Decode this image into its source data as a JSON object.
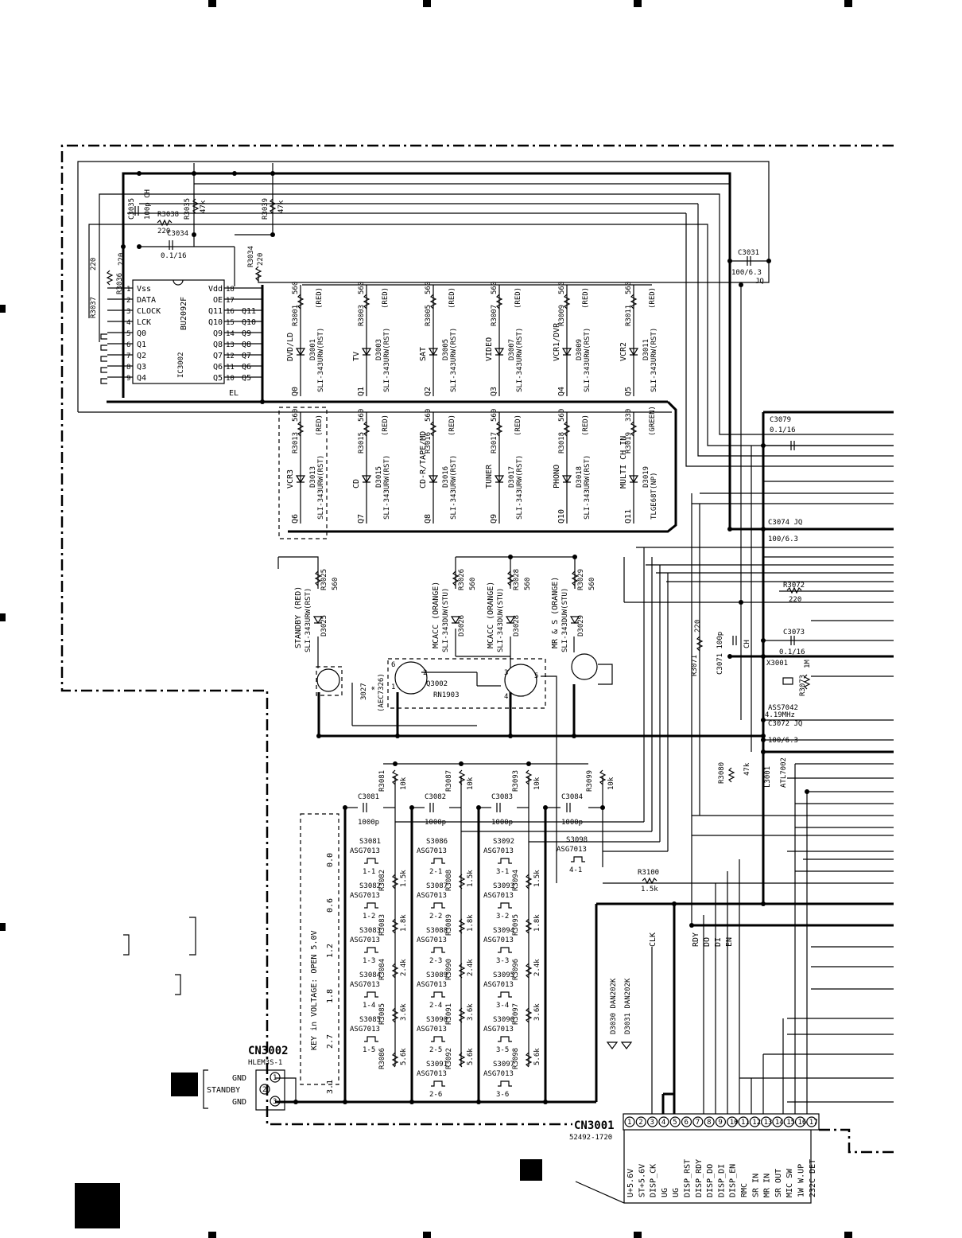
{
  "ic": {
    "ref": "IC3002",
    "part": "BU2092F",
    "left_pins": [
      "Vss",
      "DATA",
      "CLOCK",
      "LCK",
      "Q0",
      "Q1",
      "Q2",
      "Q3",
      "Q4"
    ],
    "right_pins": [
      "Vdd",
      "OE",
      "Q11",
      "Q10",
      "Q9",
      "Q8",
      "Q7",
      "Q6",
      "Q5"
    ],
    "right_pin_nums": [
      "18",
      "17",
      "16",
      "15",
      "14",
      "13",
      "12",
      "11",
      "10"
    ],
    "left_pin_nums": [
      "1",
      "2",
      "3",
      "4",
      "5",
      "6",
      "7",
      "8",
      "9"
    ],
    "outer_labels": [
      "Q11",
      "Q10",
      "Q9",
      "Q8",
      "Q7",
      "Q6",
      "Q5"
    ],
    "el": "EL"
  },
  "top_parts": [
    {
      "ref": "C3035",
      "value": "100p CH"
    },
    {
      "ref": "R3038",
      "value": "220"
    },
    {
      "ref": "R3035",
      "value": "47k"
    },
    {
      "ref": "C3034",
      "value": "0.1/16"
    },
    {
      "ref": "R3039",
      "value": "47k"
    },
    {
      "ref": "R3034",
      "value": "220"
    },
    {
      "ref": "R3036",
      "value": "220"
    },
    {
      "ref": "R3037",
      "value": "220"
    },
    {
      "ref": "C3031",
      "value": "100/6.3 JQ"
    }
  ],
  "leds_row1": [
    {
      "q": "Q0",
      "name": "DVD/LD",
      "r": "R3001",
      "rv": "560",
      "d": "D3001",
      "part": "SLI-343URW(RST)",
      "color": "(RED)"
    },
    {
      "q": "Q1",
      "name": "TV",
      "r": "R3003",
      "rv": "560",
      "d": "D3003",
      "part": "SLI-343URW(RST)",
      "color": "(RED)"
    },
    {
      "q": "Q2",
      "name": "SAT",
      "r": "R3005",
      "rv": "560",
      "d": "D3005",
      "part": "SLI-343URW(RST)",
      "color": "(RED)"
    },
    {
      "q": "Q3",
      "name": "VIDEO",
      "r": "R3007",
      "rv": "560",
      "d": "D3007",
      "part": "SLI-343URW(RST)",
      "color": "(RED)"
    },
    {
      "q": "Q4",
      "name": "VCR1/DVR",
      "r": "R3009",
      "rv": "560",
      "d": "D3009",
      "part": "SLI-343URW(RST)",
      "color": "(RED)"
    },
    {
      "q": "Q5",
      "name": "VCR2",
      "r": "R3011",
      "rv": "560",
      "d": "D3011",
      "part": "SLI-343URW(RST)",
      "color": "(RED)"
    }
  ],
  "leds_row2": [
    {
      "q": "Q6",
      "name": "VCR3",
      "r": "R3013",
      "rv": "560",
      "d": "D3013",
      "part": "SLI-343URW(RST)",
      "color": "(RED)"
    },
    {
      "q": "Q7",
      "name": "CD",
      "r": "R3015",
      "rv": "560",
      "d": "D3015",
      "part": "SLI-343URW(RST)",
      "color": "(RED)"
    },
    {
      "q": "Q8",
      "name": "CD-R/TAPE/MD",
      "r": "R3016",
      "rv": "560",
      "d": "D3016",
      "part": "SLI-343URW(RST)",
      "color": "(RED)"
    },
    {
      "q": "Q9",
      "name": "TUNER",
      "r": "R3017",
      "rv": "560",
      "d": "D3017",
      "part": "SLI-343URW(RST)",
      "color": "(RED)"
    },
    {
      "q": "Q10",
      "name": "PHONO",
      "r": "R3018",
      "rv": "560",
      "d": "D3018",
      "part": "SLI-343URW(RST)",
      "color": "(RED)"
    },
    {
      "q": "Q11",
      "name": "MULTI CH IN",
      "r": "R3019",
      "rv": "330",
      "d": "D3019",
      "part": "TLGE68T(NP)",
      "color": "(GREEN)"
    }
  ],
  "leds_row3": [
    {
      "name": "STANDBY (RED)",
      "part": "SLI-343URW(RST)",
      "r": "R3025",
      "rv": "560",
      "d": "D3025"
    },
    {
      "name": "MCACC (ORANGE)",
      "part": "SLI-343DUW(STU)",
      "r": "R3026",
      "rv": "560",
      "d": "D3026"
    },
    {
      "name": "MCACC (ORANGE)",
      "part": "SLI-343DUW(STU)",
      "r": "R3028",
      "rv": "560",
      "d": "D3028"
    },
    {
      "name": "MR & S (ORANGE)",
      "part": "SLI-343DUW(STU)",
      "r": "R3029",
      "rv": "560",
      "d": "D3029"
    }
  ],
  "transistors": {
    "q1": "3027",
    "q1b": "*",
    "q1c": "(AEC7326)",
    "q2": "Q3002",
    "q2p": "RN1903"
  },
  "right_parts": [
    {
      "ref": "C3079",
      "value": "0.1/16"
    },
    {
      "ref": "C3074 JQ",
      "value": "100/6.3"
    },
    {
      "ref": "R3072",
      "value": "220"
    },
    {
      "ref": "C3073",
      "value": "0.1/16"
    },
    {
      "ref": "R3071",
      "value": "220"
    },
    {
      "ref": "C3071 100p",
      "value": "CH"
    },
    {
      "ref": "X3001",
      "value": ""
    },
    {
      "ref": "ASS7042",
      "value": "4.19MHz"
    },
    {
      "ref": "R3073",
      "value": "1M"
    },
    {
      "ref": "C3072 JQ",
      "value": "100/6.3"
    },
    {
      "ref": "R3080",
      "value": "47k"
    },
    {
      "ref": "L3001",
      "value": "ATL7002"
    },
    {
      "ref": "R3100",
      "value": "1.5k"
    }
  ],
  "key_voltage": {
    "label": "KEY in VOLTAGE: OPEN 5.0V",
    "levels": [
      "0.0",
      "0.6",
      "1.2",
      "1.8",
      "2.7",
      "3.1"
    ]
  },
  "switch_columns": [
    {
      "cap": "C3081",
      "capv": "1000p",
      "r": "R3081",
      "rv": "10k",
      "switches": [
        [
          "S3081",
          "1-1"
        ],
        [
          "S3082",
          "1-2"
        ],
        [
          "S3083",
          "1-3"
        ],
        [
          "S3084",
          "1-4"
        ],
        [
          "S3085",
          "1-5"
        ]
      ],
      "res": [
        [
          "R3082",
          "1.5k"
        ],
        [
          "R3083",
          "1.8k"
        ],
        [
          "R3084",
          "2.4k"
        ],
        [
          "R3085",
          "3.6k"
        ],
        [
          "R3086",
          "5.6k"
        ]
      ]
    },
    {
      "cap": "C3082",
      "capv": "1000p",
      "r": "R3087",
      "rv": "10k",
      "switches": [
        [
          "S3086",
          "2-1"
        ],
        [
          "S3087",
          "2-2"
        ],
        [
          "S3088",
          "2-3"
        ],
        [
          "S3089",
          "2-4"
        ],
        [
          "S3090",
          "2-5"
        ],
        [
          "S3091",
          "2-6"
        ]
      ],
      "res": [
        [
          "R3088",
          "1.5k"
        ],
        [
          "R3089",
          "1.8k"
        ],
        [
          "R3090",
          "2.4k"
        ],
        [
          "R3091",
          "3.6k"
        ],
        [
          "R3092",
          "5.6k"
        ]
      ]
    },
    {
      "cap": "C3083",
      "capv": "1000p",
      "r": "R3093",
      "rv": "10k",
      "switches": [
        [
          "S3092",
          "3-1"
        ],
        [
          "S3093",
          "3-2"
        ],
        [
          "S3094",
          "3-3"
        ],
        [
          "S3095",
          "3-4"
        ],
        [
          "S3096",
          "3-5"
        ],
        [
          "S3097",
          "3-6"
        ]
      ],
      "res": [
        [
          "R3094",
          "1.5k"
        ],
        [
          "R3095",
          "1.8k"
        ],
        [
          "R3096",
          "2.4k"
        ],
        [
          "R3097",
          "3.6k"
        ],
        [
          "R3098",
          "5.6k"
        ]
      ]
    },
    {
      "cap": "C3084",
      "capv": "1000p",
      "r": "R3099",
      "rv": "10k",
      "switches": [
        [
          "S3098",
          "4-1"
        ]
      ],
      "res": []
    }
  ],
  "switch_part": "ASG7013",
  "diodes": [
    {
      "ref": "D3030",
      "part": "DAN202K"
    },
    {
      "ref": "D3031",
      "part": "DAN202K"
    }
  ],
  "bus_labels": [
    "CLK",
    "RDY",
    "DO",
    "DI",
    "EN"
  ],
  "cn3002": {
    "ref": "CN3002",
    "part": "HLEM3S-1",
    "pins": [
      "GND",
      "STANDBY",
      "GND"
    ],
    "nums": [
      "1",
      "2",
      "3"
    ]
  },
  "cn3001": {
    "ref": "CN3001",
    "part": "52492-1720",
    "nums": [
      "1",
      "2",
      "3",
      "4",
      "5",
      "6",
      "7",
      "8",
      "9",
      "10",
      "11",
      "12",
      "13",
      "14",
      "15",
      "16",
      "17"
    ],
    "signals": [
      "U+5.6V",
      "ST+5.6V",
      "DISP_CK",
      "UG",
      "UG",
      "DISP_RST",
      "DISP_RDY",
      "DISP_DO",
      "DISP_DI",
      "DISP_EN",
      "RMC",
      "SR IN",
      "MR IN",
      "SR OUT",
      "MIC SW",
      "1W W.UP",
      "232C DET"
    ]
  }
}
